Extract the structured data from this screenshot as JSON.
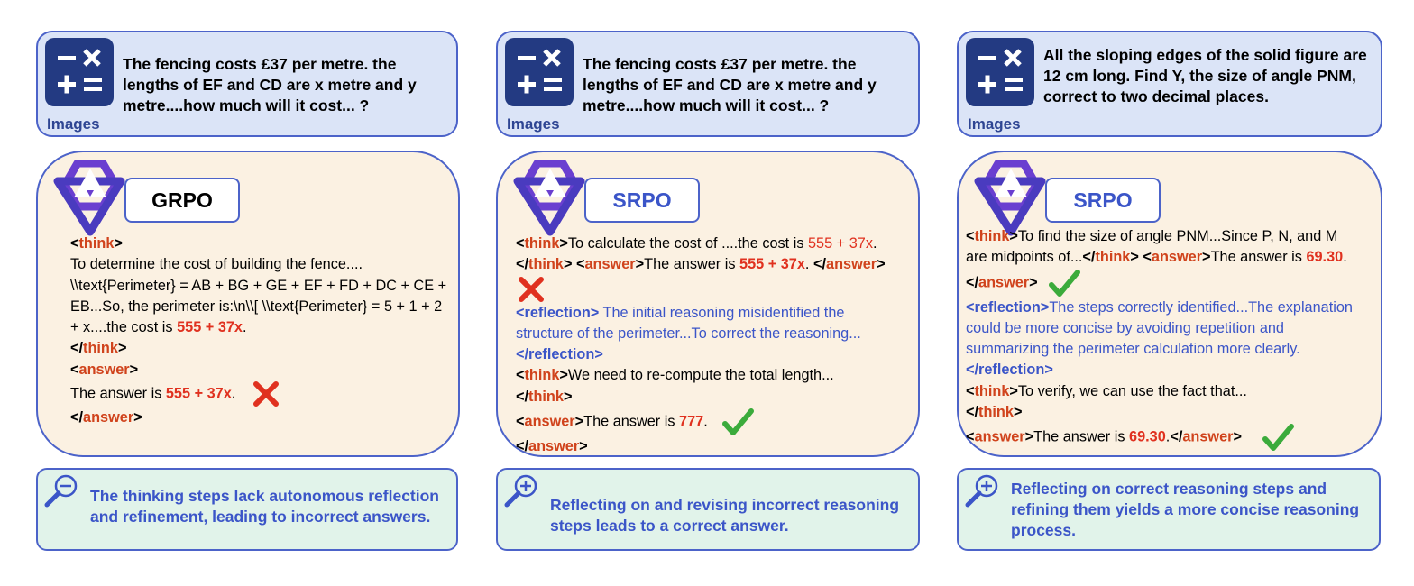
{
  "colors": {
    "question_bg": "#dbe4f7",
    "reason_bg": "#fbf1e2",
    "summary_bg": "#e1f3ea",
    "border": "#4c63c9",
    "tag_red": "#d0431c",
    "accent_blue": "#3b55c8"
  },
  "panels": [
    {
      "images_label": "Images",
      "question": "The fencing costs £37 per metre. the lengths of EF and CD are x metre and y metre....how much will it cost... ?",
      "method": "GRPO",
      "summary": "The thinking steps lack autonomous reflection and refinement, leading to incorrect answers."
    },
    {
      "images_label": "Images",
      "question": "The fencing costs £37 per metre. the lengths of EF and CD are x metre and y metre....how much will it cost... ?",
      "method": "SRPO",
      "summary": "Reflecting on and revising incorrect reasoning steps leads to a correct answer."
    },
    {
      "images_label": "Images",
      "question": "All the sloping edges of the solid figure are 12 cm long. Find Y, the size of angle PNM, correct to two decimal places.",
      "method": "SRPO",
      "summary": "Reflecting on correct reasoning steps and refining them yields a more concise reasoning process."
    }
  ],
  "tags": {
    "think_open": "<",
    "think": "think",
    "close": ">",
    "end_open": "</",
    "answer": "answer",
    "reflection_open": "<reflection>",
    "reflection_close": "</reflection>"
  },
  "p1": {
    "t1": "To determine the cost of building the fence.... \\\\text{Perimeter} = AB + BG + GE + EF + FD + DC + CE + EB...So, the perimeter is:\\n\\\\[ \\\\text{Perimeter} = 5 + 1 + 2 + x....the cost is ",
    "v1": "555 + 37x",
    "dot": ".",
    "a_pre": "The answer is ",
    "a_val": "555 + 37x"
  },
  "p2": {
    "t1": "To calculate the cost of ....the cost is ",
    "v1": "555 + 37x",
    "a_pre": "The answer is ",
    "a_val": "555 + 37x",
    "refl": " The initial reasoning misidentified the structure of the perimeter...To correct the reasoning...",
    "t2": "We need to re-compute the total length...",
    "a2_pre": "The answer is ",
    "a2_val": "777"
  },
  "p3": {
    "t1": "To find the size of angle PNM...Since P, N, and M are midpoints of...",
    "a_pre": "The answer is ",
    "a_val": "69.30",
    "refl": "The steps correctly identified...The explanation could be more concise by avoiding repetition and summarizing the perimeter calculation more clearly. ",
    "t2": "To verify, we can use the fact that...",
    "a2_pre": "The answer is ",
    "a2_val": "69.30"
  }
}
